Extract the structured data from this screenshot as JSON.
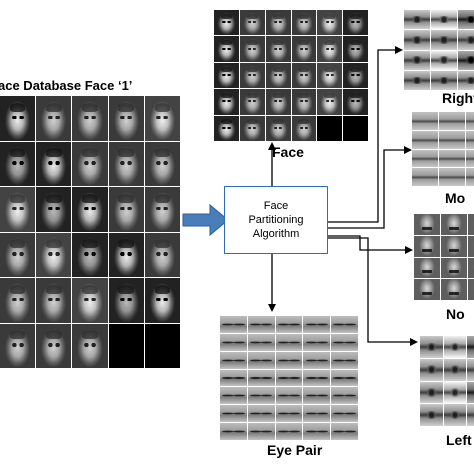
{
  "source": {
    "title": "ace Database  Face ‘1’",
    "rows": 6,
    "cols": 5,
    "blank_cells": 2
  },
  "algorithm_box": {
    "line1": "Face",
    "line2": "Partitioning",
    "line3": "Algorithm"
  },
  "outputs": {
    "face_label": "Face",
    "right_label": "Right",
    "mouth_label": "Mo",
    "nose_label": "No",
    "left_label": "Left",
    "eyepair_label": "Eye Pair"
  },
  "colors": {
    "big_arrow": "#4a7ebb",
    "box_border": "#2f6eb5",
    "connector": "#000000"
  }
}
